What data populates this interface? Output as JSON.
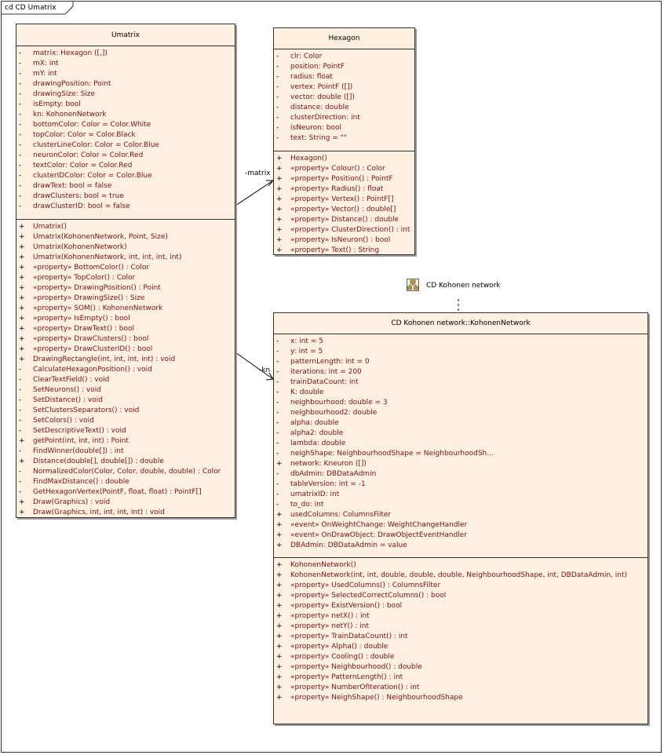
{
  "frame": {
    "title": "cd CD Umatrix"
  },
  "classes": {
    "umatrix": {
      "name": "Umatrix",
      "attributes": [
        {
          "vis": "-",
          "text": "matrix:  Hexagon ([,])"
        },
        {
          "vis": "-",
          "text": "mX:  int"
        },
        {
          "vis": "-",
          "text": "mY:  int"
        },
        {
          "vis": "-",
          "text": "drawingPosition:  Point"
        },
        {
          "vis": "-",
          "text": "drawingSize:  Size"
        },
        {
          "vis": "-",
          "text": "isEmpty:  bool"
        },
        {
          "vis": "-",
          "text": "kn:  KohonenNetwork"
        },
        {
          "vis": "-",
          "text": "bottomColor:  Color = Color.White"
        },
        {
          "vis": "-",
          "text": "topColor:  Color = Color.Black"
        },
        {
          "vis": "-",
          "text": "clusterLineColor:  Color = Color.Blue"
        },
        {
          "vis": "-",
          "text": "neuronColor:  Color = Color.Red"
        },
        {
          "vis": "-",
          "text": "textColor:  Color = Color.Red"
        },
        {
          "vis": "-",
          "text": "clusterIDColor:  Color = Color.Blue"
        },
        {
          "vis": "-",
          "text": "drawText:  bool = false"
        },
        {
          "vis": "-",
          "text": "drawClusters:  bool = true"
        },
        {
          "vis": "-",
          "text": "drawClusterID:  bool = false"
        }
      ],
      "operations": [
        {
          "vis": "+",
          "text": "Umatrix()"
        },
        {
          "vis": "+",
          "text": "Umatrix(KohonenNetwork, Point, Size)"
        },
        {
          "vis": "+",
          "text": "Umatrix(KohonenNetwork)"
        },
        {
          "vis": "+",
          "text": "Umatrix(KohonenNetwork, int, int, int, int)"
        },
        {
          "vis": "+",
          "text": "«property» BottomColor() : Color"
        },
        {
          "vis": "+",
          "text": "«property» TopColor() : Color"
        },
        {
          "vis": "+",
          "text": "«property» DrawingPosition() : Point"
        },
        {
          "vis": "+",
          "text": "«property» DrawingSize() : Size"
        },
        {
          "vis": "+",
          "text": "«property» SOM() : KohonenNetwork"
        },
        {
          "vis": "+",
          "text": "«property» IsEmpty() : bool"
        },
        {
          "vis": "+",
          "text": "«property» DrawText() : bool"
        },
        {
          "vis": "+",
          "text": "«property» DrawClusters() : bool"
        },
        {
          "vis": "+",
          "text": "«property» DrawClusterID() : bool"
        },
        {
          "vis": "+",
          "text": "DrawingRectangle(int, int, int, int) : void"
        },
        {
          "vis": "-",
          "text": "CalculateHexagonPosition() : void"
        },
        {
          "vis": "-",
          "text": "ClearTextField() : void"
        },
        {
          "vis": "-",
          "text": "SetNeurons() : void"
        },
        {
          "vis": "-",
          "text": "SetDistance() : void"
        },
        {
          "vis": "-",
          "text": "SetClustersSeparators() : void"
        },
        {
          "vis": "-",
          "text": "SetColors() : void"
        },
        {
          "vis": "-",
          "text": "SetDescriptiveText() : void"
        },
        {
          "vis": "+",
          "text": "getPoint(int, int, int) : Point"
        },
        {
          "vis": "-",
          "text": "FindWinner(double[]) : int"
        },
        {
          "vis": "+",
          "text": "Distance(double[], double[]) : double"
        },
        {
          "vis": "-",
          "text": "NormalizedColor(Color, Color, double, double) : Color"
        },
        {
          "vis": "-",
          "text": "FindMaxDistance() : double"
        },
        {
          "vis": "-",
          "text": "GetHexagonVertex(PointF, float, float) : PointF[]"
        },
        {
          "vis": "+",
          "text": "Draw(Graphics) : void"
        },
        {
          "vis": "+",
          "text": "Draw(Graphics, int, int, int, int) : void"
        }
      ]
    },
    "hexagon": {
      "name": "Hexagon",
      "attributes": [
        {
          "vis": "-",
          "text": "clr:  Color"
        },
        {
          "vis": "-",
          "text": "position:  PointF"
        },
        {
          "vis": "-",
          "text": "radius:  float"
        },
        {
          "vis": "-",
          "text": "vertex:  PointF ([])"
        },
        {
          "vis": "-",
          "text": "vector:  double ([])"
        },
        {
          "vis": "-",
          "text": "distance:  double"
        },
        {
          "vis": "-",
          "text": "clusterDirection:  int"
        },
        {
          "vis": "-",
          "text": "isNeuron:  bool"
        },
        {
          "vis": "-",
          "text": "text:  String = \"\""
        }
      ],
      "operations": [
        {
          "vis": "+",
          "text": "Hexagon()"
        },
        {
          "vis": "+",
          "text": "«property» Colour() : Color"
        },
        {
          "vis": "+",
          "text": "«property» Position() : PointF"
        },
        {
          "vis": "+",
          "text": "«property» Radius() : float"
        },
        {
          "vis": "+",
          "text": "«property» Vertex() : PointF[]"
        },
        {
          "vis": "+",
          "text": "«property» Vector() : double[]"
        },
        {
          "vis": "+",
          "text": "«property» Distance() : double"
        },
        {
          "vis": "+",
          "text": "«property» ClusterDirection() : int"
        },
        {
          "vis": "+",
          "text": "«property» IsNeuron() : bool"
        },
        {
          "vis": "+",
          "text": "«property» Text() : String"
        }
      ]
    },
    "kohonen": {
      "name": "CD Kohonen network::KohonenNetwork",
      "attributes": [
        {
          "vis": "-",
          "text": "x:  int = 5"
        },
        {
          "vis": "-",
          "text": "y:  int = 5"
        },
        {
          "vis": "-",
          "text": "patternLength:  int = 0"
        },
        {
          "vis": "-",
          "text": "iterations:  int = 200"
        },
        {
          "vis": "-",
          "text": "trainDataCount:  int"
        },
        {
          "vis": "-",
          "text": "K:  double"
        },
        {
          "vis": "-",
          "text": "neighbourhood:  double = 3"
        },
        {
          "vis": "-",
          "text": "neighbourhood2:  double"
        },
        {
          "vis": "-",
          "text": "alpha:  double"
        },
        {
          "vis": "-",
          "text": "alpha2:  double"
        },
        {
          "vis": "-",
          "text": "lambda:  double"
        },
        {
          "vis": "-",
          "text": "neighShape:  NeighbourhoodShape = NeighbourhoodSh..."
        },
        {
          "vis": "+",
          "text": "network:  Kneuron ([])"
        },
        {
          "vis": "-",
          "text": "dbAdmin:  DBDataAdmin"
        },
        {
          "vis": "-",
          "text": "tableVersion:  int = -1"
        },
        {
          "vis": "-",
          "text": "umatrixID:  int"
        },
        {
          "vis": "-",
          "text": "to_do:  int"
        },
        {
          "vis": "+",
          "text": "usedColumns:  ColumnsFilter"
        },
        {
          "vis": "+",
          "text": "«event» OnWeightChange:  WeightChangeHandler"
        },
        {
          "vis": "+",
          "text": "«event» OnDrawObject:  DrawObjectEventHandler"
        },
        {
          "vis": "+",
          "text": "DBAdmin:  DBDataAdmin = value"
        }
      ],
      "operations": [
        {
          "vis": "+",
          "text": "KohonenNetwork()"
        },
        {
          "vis": "+",
          "text": "KohonenNetwork(int, int, double, double, double, NeighbourhoodShape, int, DBDataAdmin, int)"
        },
        {
          "vis": "+",
          "text": "«property» UsedColumns() : ColumnsFilter"
        },
        {
          "vis": "+",
          "text": "«property» SelectedCorrectColumns() : bool"
        },
        {
          "vis": "+",
          "text": "«property» ExistVersion() : bool"
        },
        {
          "vis": "+",
          "text": "«property» netX() : int"
        },
        {
          "vis": "+",
          "text": "«property» netY() : int"
        },
        {
          "vis": "+",
          "text": "«property» TrainDataCount() : int"
        },
        {
          "vis": "+",
          "text": "«property» Alpha() : double"
        },
        {
          "vis": "+",
          "text": "«property» Cooling() : double"
        },
        {
          "vis": "+",
          "text": "«property» Neighbourhood() : double"
        },
        {
          "vis": "+",
          "text": "«property» PatternLength() : int"
        },
        {
          "vis": "+",
          "text": "«property» NumberOfIteration() : int"
        },
        {
          "vis": "+",
          "text": "«property» NeighShape() : NeighbourhoodShape"
        }
      ]
    }
  },
  "associations": {
    "matrix_label": "-matrix",
    "kn_label": "-kn"
  },
  "package_ref": {
    "label": "CD Kohonen network",
    "icon": "package-diagram-icon"
  }
}
